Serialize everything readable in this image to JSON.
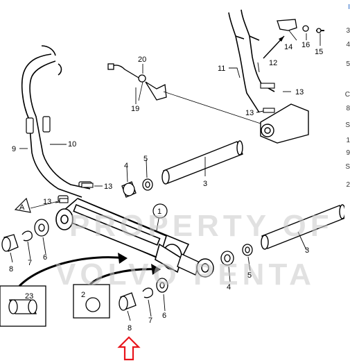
{
  "labels": {
    "c1": "1",
    "c2": "2",
    "n3a": "3",
    "n3b": "3",
    "n4a": "4",
    "n4b": "4",
    "n5a": "5",
    "n5b": "5",
    "n6a": "6",
    "n6b": "6",
    "n7a": "7",
    "n7b": "7",
    "n8a": "8",
    "n8b": "8",
    "n9": "9",
    "n10": "10",
    "n11": "11",
    "n12": "12",
    "n13a": "13",
    "n13b": "13",
    "n13c": "13",
    "n13d": "13",
    "n14": "14",
    "n15": "15",
    "n16": "16",
    "n19": "19",
    "n20": "20",
    "n23": "23",
    "ref_a": "A"
  },
  "watermark": {
    "line1": "PROPERTY OF",
    "line2": "VOLVO PENTA"
  },
  "edge_chars": [
    "I",
    "3",
    "4",
    "5",
    "C",
    "8",
    "S",
    "1",
    "9",
    "S",
    "2"
  ],
  "colors": {
    "line": "#000000",
    "arrow": "#e8141b",
    "edge_blue": "#1a5fc4",
    "watermark": "#c9c9c9"
  }
}
